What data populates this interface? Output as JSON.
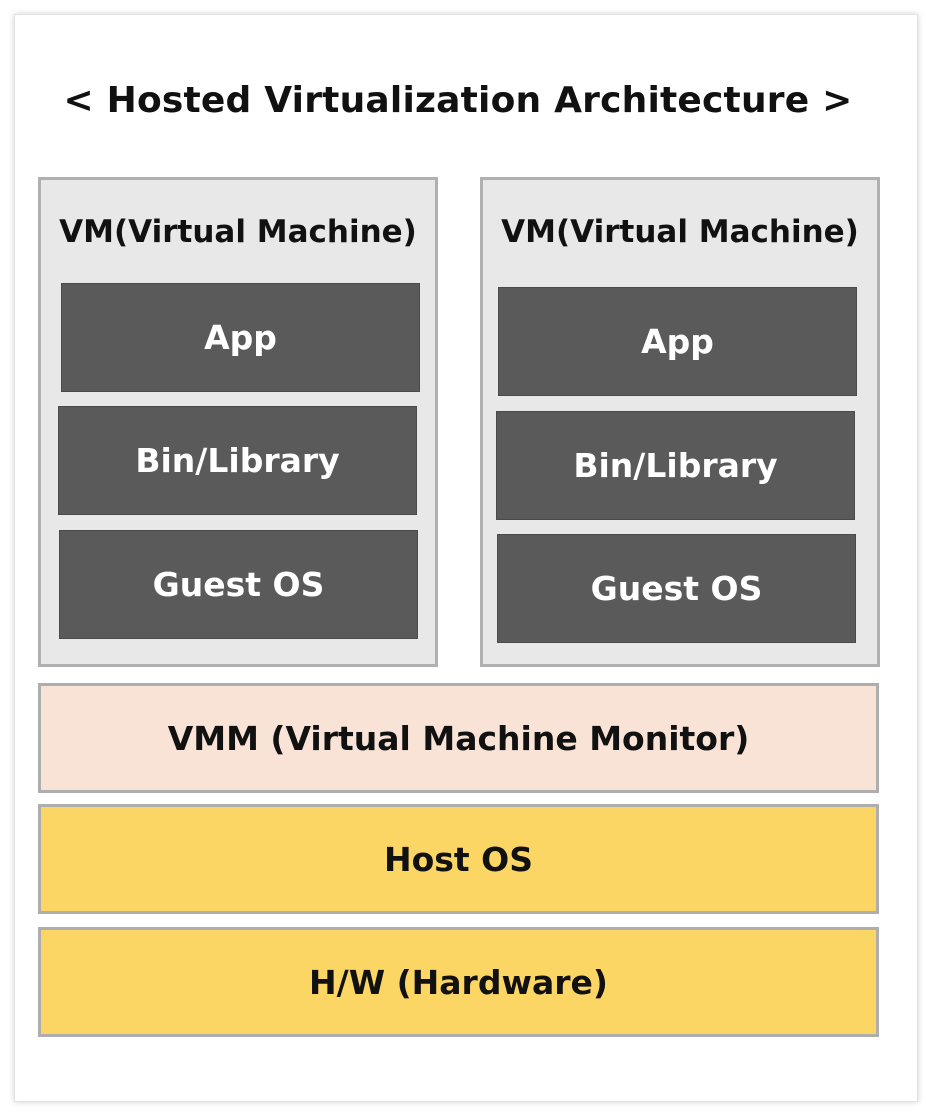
{
  "title": "< Hosted Virtualization Architecture >",
  "vms": [
    {
      "label": "VM(Virtual Machine)",
      "layers": [
        "App",
        "Bin/Library",
        "Guest OS"
      ]
    },
    {
      "label": "VM(Virtual Machine)",
      "layers": [
        "App",
        "Bin/Library",
        "Guest OS"
      ]
    }
  ],
  "vmm": {
    "label": "VMM (Virtual Machine Monitor)"
  },
  "host_os": {
    "label": "Host OS"
  },
  "hardware": {
    "label": "H/W (Hardware)"
  },
  "colors": {
    "vm_background": "#e8e8e8",
    "vm_block": "#5a5a5a",
    "vmm": "#f9e3d6",
    "host_os": "#fcd665",
    "hardware": "#fcd665",
    "border": "#b0b0b0"
  }
}
